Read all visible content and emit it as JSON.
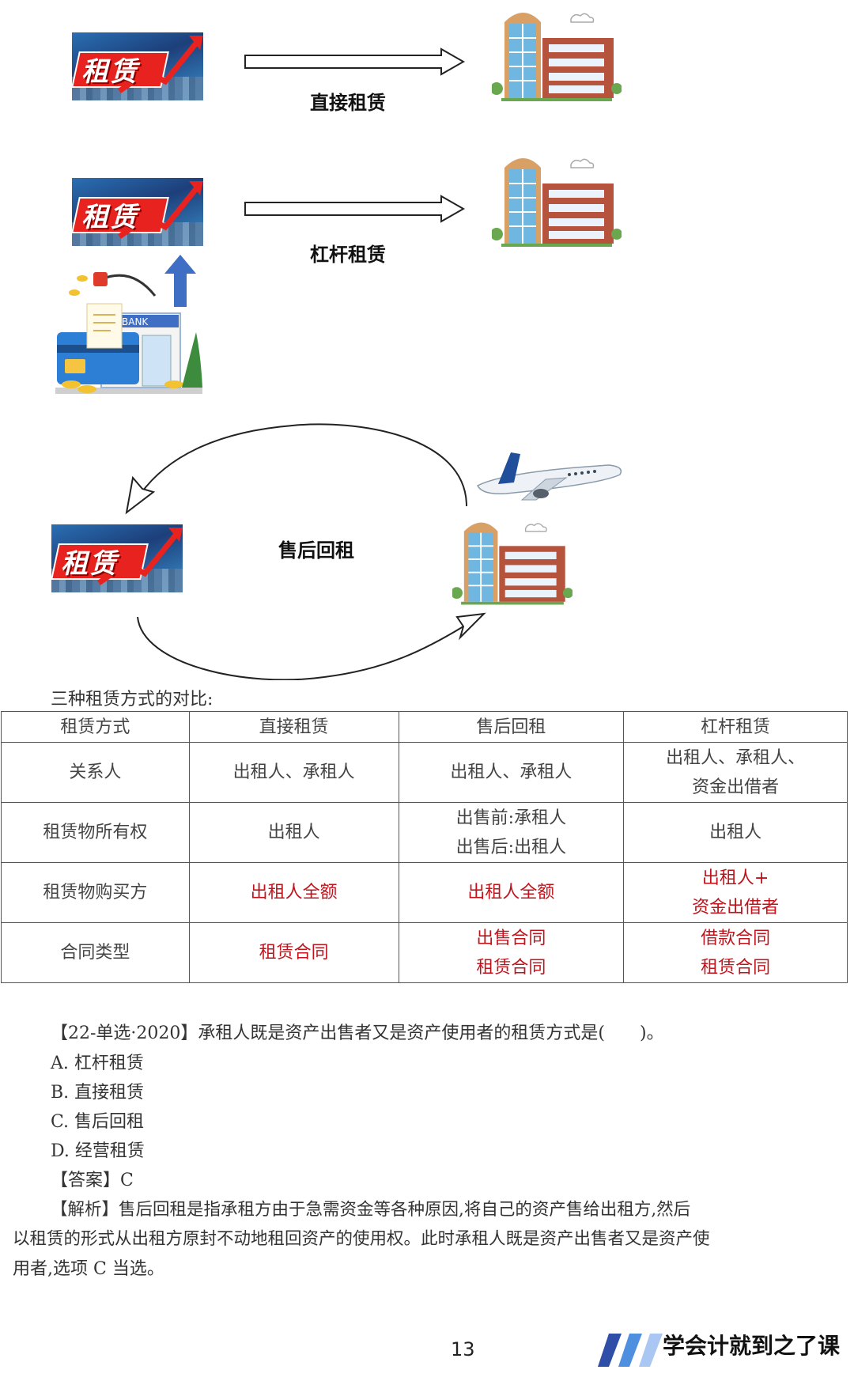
{
  "diagram": {
    "direct_label": "直接租赁",
    "leverage_label": "杠杆租赁",
    "saleback_label": "售后回租",
    "badge_text": "租赁",
    "bank_text": "BANK"
  },
  "comparison": {
    "caption": "三种租赁方式的对比:",
    "headers": [
      "租赁方式",
      "直接租赁",
      "售后回租",
      "杠杆租赁"
    ],
    "rows": [
      {
        "label": "关系人",
        "c1": [
          "出租人、承租人"
        ],
        "c2": [
          "出租人、承租人"
        ],
        "c3": [
          "出租人、承租人、",
          "资金出借者"
        ]
      },
      {
        "label": "租赁物所有权",
        "c1": [
          "出租人"
        ],
        "c2": [
          "出售前:承租人",
          "出售后:出租人"
        ],
        "c3": [
          "出租人"
        ]
      },
      {
        "label": "租赁物购买方",
        "c1": [
          "出租人全额"
        ],
        "c2": [
          "出租人全额"
        ],
        "c3": [
          "出租人+",
          "资金出借者"
        ]
      },
      {
        "label": "合同类型",
        "c1": [
          "租赁合同"
        ],
        "c2": [
          "出售合同",
          "租赁合同"
        ],
        "c3": [
          "借款合同",
          "租赁合同"
        ]
      }
    ],
    "highlight_color": "#c0141c"
  },
  "question": {
    "stem": "【22-单选·2020】承租人既是资产出售者又是资产使用者的租赁方式是(　　)。",
    "options": [
      "A. 杠杆租赁",
      "B. 直接租赁",
      "C. 售后回租",
      "D. 经营租赁"
    ],
    "answer": "【答案】C",
    "analysis_line1": "【解析】售后回租是指承租方由于急需资金等各种原因,将自己的资产售给出租方,然后",
    "analysis_line2": "以租赁的形式从出租方原封不动地租回资产的使用权。此时承租人既是资产出售者又是资产使",
    "analysis_line3": "用者,选项 C 当选。"
  },
  "footer": {
    "page_number": "13",
    "brand": "学会计就到之了课"
  }
}
